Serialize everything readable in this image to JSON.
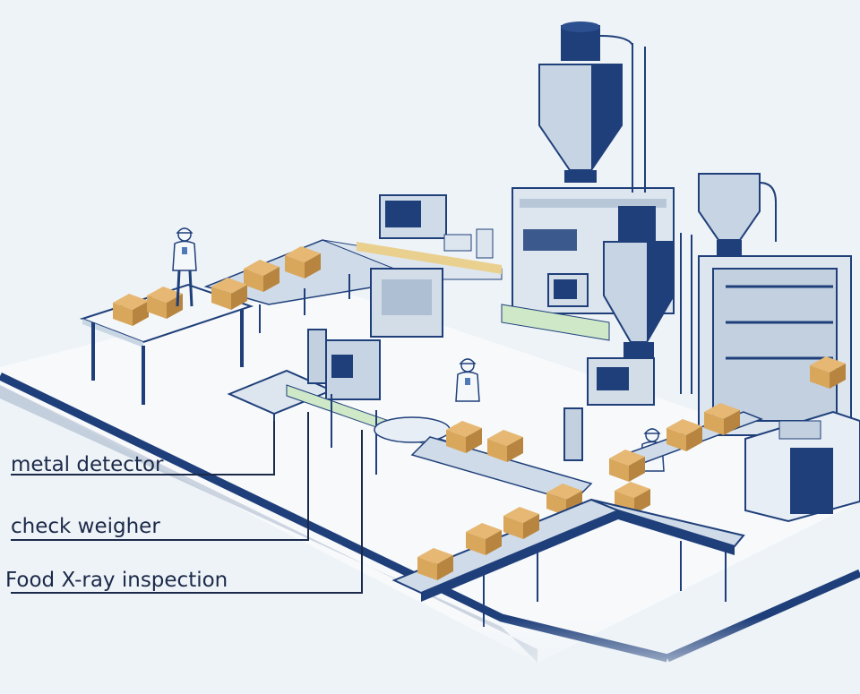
{
  "labels": {
    "metal_detector": "metal detector",
    "check_weigher": "check weigher",
    "xray": "Food X-ray inspection"
  },
  "colors": {
    "background": "#eef3f7",
    "navy": "#1f3f7a",
    "dark_navy": "#17306a",
    "steel": "#b8c7d8",
    "light_steel": "#dde6ef",
    "floor": "#f7f9fb",
    "box": "#d9a75c",
    "box_dark": "#b7853f",
    "green_tray": "#cfe8c8"
  },
  "icons": [
    "worker-icon",
    "silo-icon",
    "box-icon",
    "monitor-icon",
    "conveyor-icon"
  ]
}
